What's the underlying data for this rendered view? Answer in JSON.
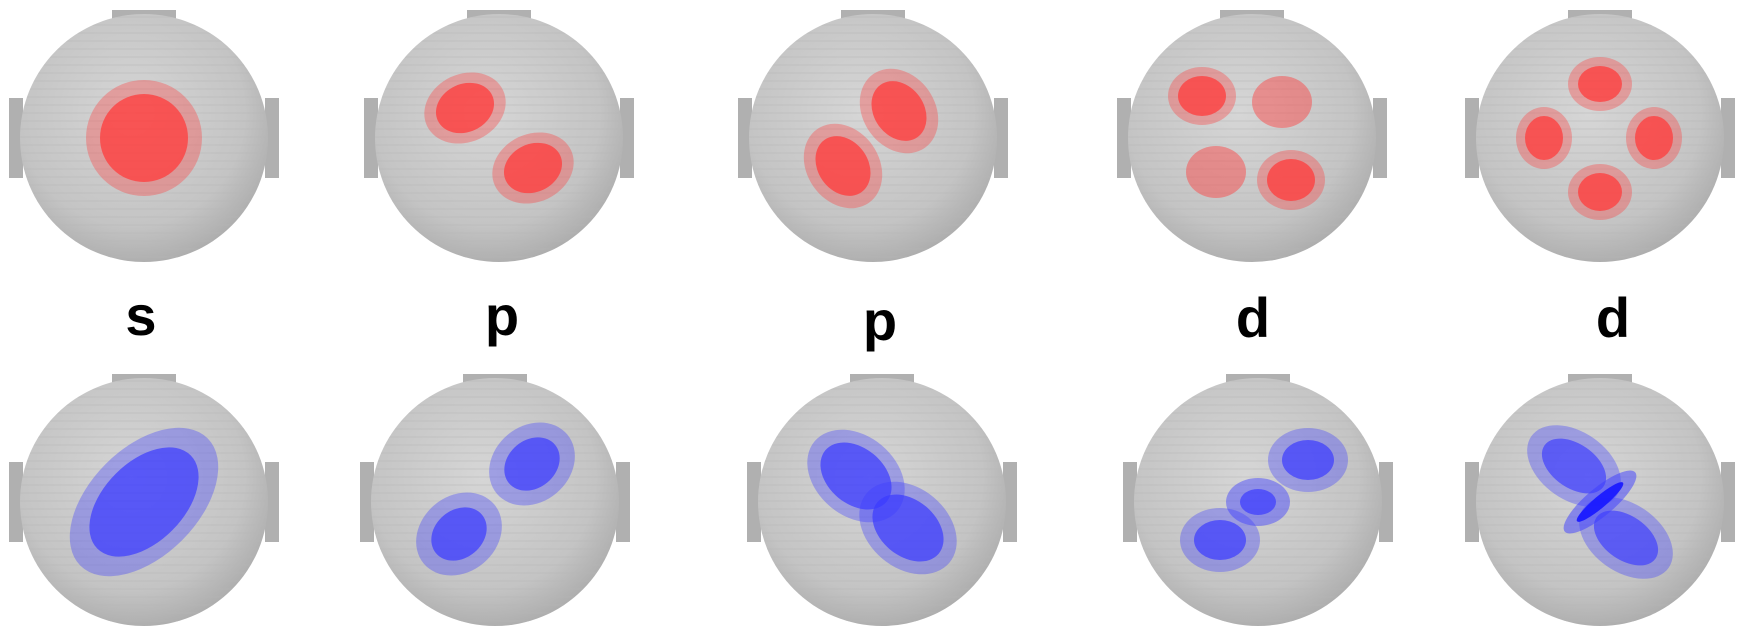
{
  "labels": [
    "s",
    "p",
    "p",
    "d",
    "d"
  ],
  "colors": {
    "sphere_light": "#cfcfcf",
    "sphere_mid": "#bdbdbd",
    "sphere_dark": "#9a9a9a",
    "top_row_lobe": "#ff3b3b",
    "bottom_row_lobe": "#3b3bff",
    "bottom_core": "#1a1aff",
    "background": "#ffffff"
  },
  "rows": [
    {
      "name": "top",
      "color_key": "top_row_lobe"
    },
    {
      "name": "bottom",
      "color_key": "bottom_row_lobe"
    }
  ]
}
